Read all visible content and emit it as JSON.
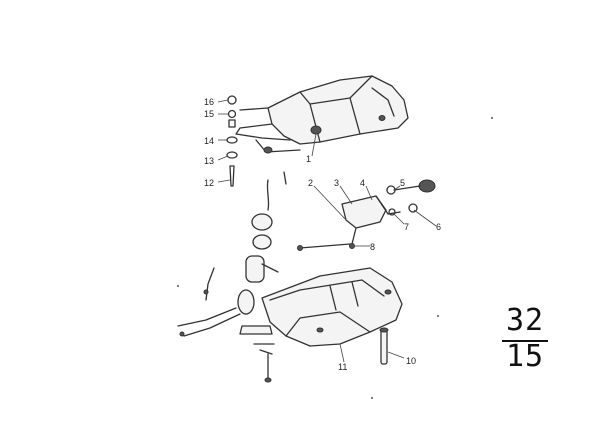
{
  "diagram": {
    "callouts": [
      "1",
      "2",
      "3",
      "4",
      "5",
      "6",
      "7",
      "8",
      "10",
      "11",
      "12",
      "13",
      "14",
      "15",
      "16"
    ],
    "group_code": {
      "top": "32",
      "bottom": "15"
    }
  },
  "colors": {
    "ink": "#333333",
    "background": "#ffffff"
  }
}
